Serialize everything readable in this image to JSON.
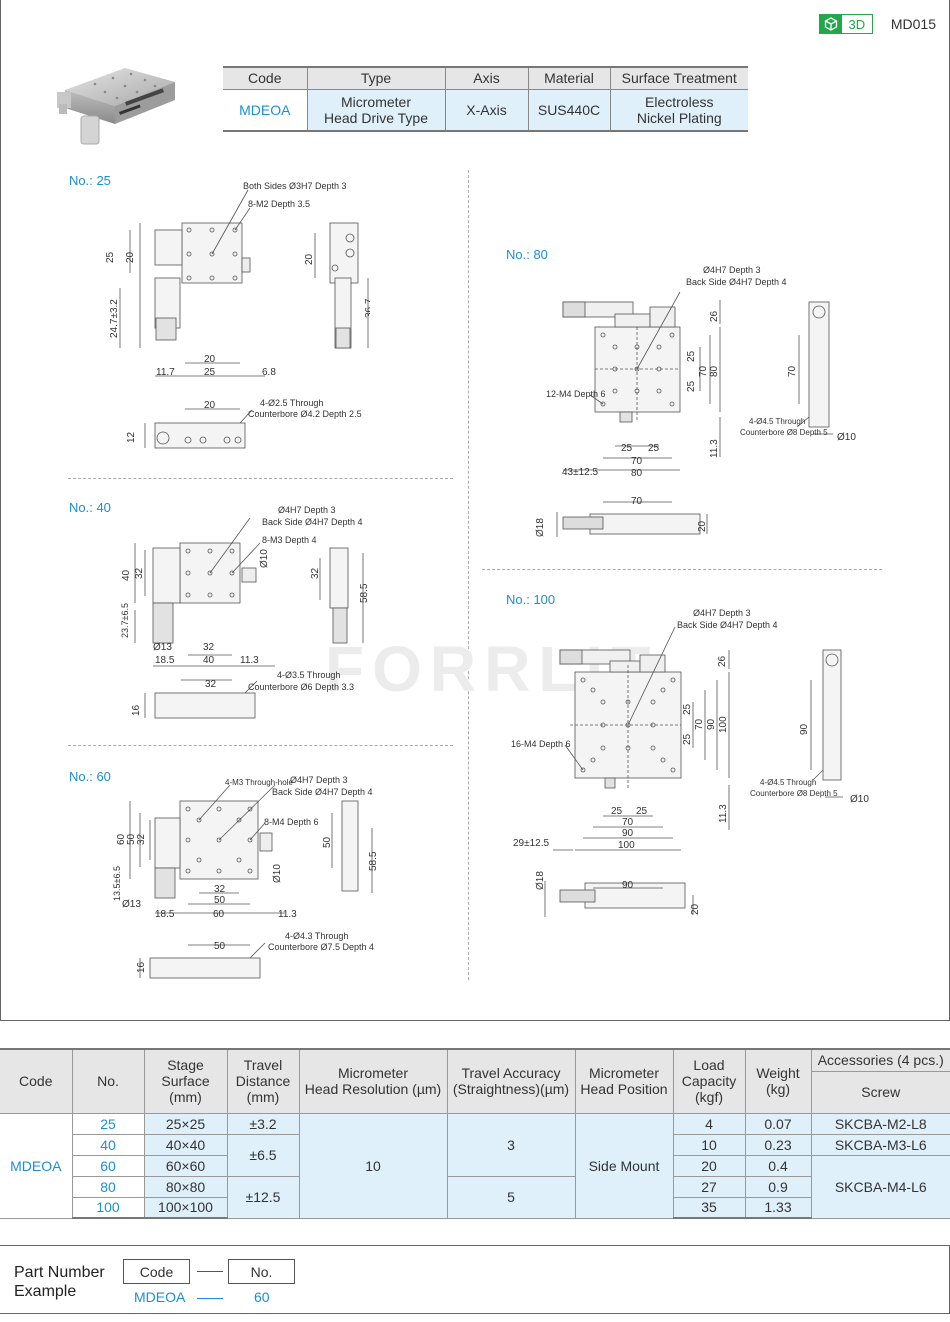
{
  "header": {
    "badge_3d": "3D",
    "badge_icon": "cube-icon",
    "catalog_code": "MD015"
  },
  "spec_table": {
    "headers": [
      "Code",
      "Type",
      "Axis",
      "Material",
      "Surface Treatment"
    ],
    "row": {
      "code": "MDEOA",
      "type_line1": "Micrometer",
      "type_line2": "Head Drive Type",
      "axis": "X-Axis",
      "material": "SUS440C",
      "surface_line1": "Electroless",
      "surface_line2": "Nickel Plating"
    }
  },
  "drawings": {
    "no25": {
      "title": "No.: 25",
      "notes": [
        "Both Sides Ø3H7 Depth 3",
        "8-M2 Depth 3.5",
        "4-Ø2.5 Through",
        "Counterbore Ø4.2 Depth 2.5"
      ],
      "dims": [
        "25",
        "20",
        "24.7±3.2",
        "20",
        "11.7",
        "25",
        "6.8",
        "20",
        "36.7",
        "20",
        "12"
      ]
    },
    "no40": {
      "title": "No.: 40",
      "notes": [
        "Ø4H7 Depth 3",
        "Back Side Ø4H7 Depth 4",
        "8-M3 Depth 4",
        "4-Ø3.5 Through",
        "Counterbore Ø6 Depth 3.3"
      ],
      "dims": [
        "40",
        "32",
        "23.7±6.5",
        "Ø13",
        "32",
        "18.5",
        "40",
        "11.3",
        "Ø10",
        "32",
        "58.5",
        "32",
        "16"
      ]
    },
    "no60": {
      "title": "No.: 60",
      "notes": [
        "4-M3 Through-hole",
        "Ø4H7 Depth 3",
        "Back Side Ø4H7 Depth 4",
        "8-M4 Depth 6",
        "4-Ø4.3 Through",
        "Counterbore Ø7.5 Depth 4"
      ],
      "dims": [
        "60",
        "50",
        "32",
        "13.5±6.5",
        "Ø13",
        "32",
        "50",
        "18.5",
        "60",
        "11.3",
        "Ø10",
        "50",
        "58.5",
        "50",
        "16"
      ]
    },
    "no80": {
      "title": "No.: 80",
      "notes": [
        "Ø4H7 Depth 3",
        "Back Side Ø4H7 Depth 4",
        "12-M4 Depth 6",
        "4-Ø4.5 Through",
        "Counterbore Ø8 Depth 5"
      ],
      "dims": [
        "26",
        "25",
        "70",
        "80",
        "25",
        "11.3",
        "25",
        "25",
        "70",
        "43±12.5",
        "80",
        "70",
        "Ø10",
        "70",
        "Ø18",
        "20"
      ]
    },
    "no100": {
      "title": "No.: 100",
      "notes": [
        "Ø4H7 Depth 3",
        "Back Side Ø4H7 Depth 4",
        "16-M4 Depth 6",
        "4-Ø4.5 Through",
        "Counterbore Ø8 Depth 5"
      ],
      "dims": [
        "26",
        "25",
        "70",
        "90",
        "100",
        "25",
        "11.3",
        "25",
        "25",
        "70",
        "90",
        "29±12.5",
        "100",
        "90",
        "Ø10",
        "90",
        "Ø18",
        "20"
      ]
    }
  },
  "watermark": "FORRLIT",
  "main_table": {
    "headers": {
      "code": "Code",
      "no": "No.",
      "stage_l1": "Stage",
      "stage_l2": "Surface",
      "stage_l3": "(mm)",
      "travel_l1": "Travel",
      "travel_l2": "Distance",
      "travel_l3": "(mm)",
      "res_l1": "Micrometer",
      "res_l2": "Head Resolution (µm)",
      "acc_l1": "Travel Accuracy",
      "acc_l2": "(Straightness)(µm)",
      "pos_l1": "Micrometer",
      "pos_l2": "Head Position",
      "load_l1": "Load",
      "load_l2": "Capacity",
      "load_l3": "(kgf)",
      "weight_l1": "Weight",
      "weight_l2": "(kg)",
      "accessories": "Accessories (4 pcs.)",
      "screw": "Screw"
    },
    "code": "MDEOA",
    "resolution": "10",
    "accuracy_a": "3",
    "accuracy_b": "5",
    "position": "Side Mount",
    "travel_a": "±3.2",
    "travel_b": "±6.5",
    "travel_c": "±12.5",
    "screw_a": "SKCBA-M2-L8",
    "screw_b": "SKCBA-M3-L6",
    "screw_c": "SKCBA-M4-L6",
    "rows": [
      {
        "no": "25",
        "stage": "25×25",
        "load": "4",
        "weight": "0.07"
      },
      {
        "no": "40",
        "stage": "40×40",
        "load": "10",
        "weight": "0.23"
      },
      {
        "no": "60",
        "stage": "60×60",
        "load": "20",
        "weight": "0.4"
      },
      {
        "no": "80",
        "stage": "80×80",
        "load": "27",
        "weight": "0.9"
      },
      {
        "no": "100",
        "stage": "100×100",
        "load": "35",
        "weight": "1.33"
      }
    ]
  },
  "part_number": {
    "title_l1": "Part Number",
    "title_l2": "Example",
    "code_label": "Code",
    "no_label": "No.",
    "code_value": "MDEOA",
    "no_value": "60"
  }
}
